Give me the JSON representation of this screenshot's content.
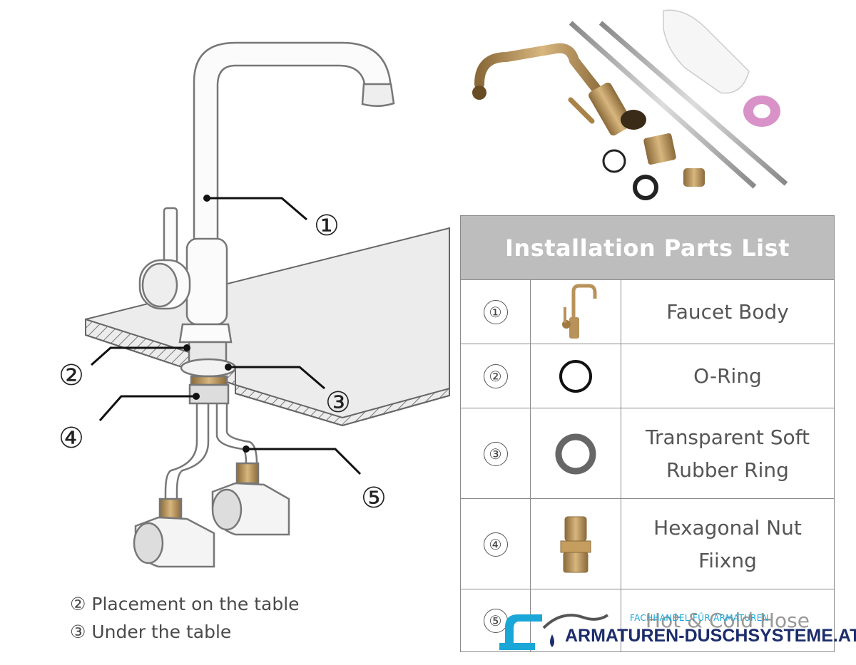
{
  "diagram": {
    "callouts": [
      "①",
      "②",
      "③",
      "④",
      "⑤"
    ]
  },
  "notes": [
    {
      "marker": "②",
      "text": "Placement on the table"
    },
    {
      "marker": "③",
      "text": "Under the table"
    }
  ],
  "parts_table": {
    "title": "Installation Parts List",
    "rows": [
      {
        "marker": "①",
        "name": "Faucet Body"
      },
      {
        "marker": "②",
        "name": "O-Ring"
      },
      {
        "marker": "③",
        "name": "Transparent Soft Rubber Ring"
      },
      {
        "marker": "④",
        "name": "Hexagonal Nut Fiixng"
      },
      {
        "marker": "⑤",
        "name": "Hot & Cold Hose"
      }
    ]
  },
  "watermark": {
    "tagline": "FACHHANDEL FÜR ARMATUREN",
    "site": "ARMATUREN-DUSCHSYSTEME.AT"
  },
  "colors": {
    "brass": "#b8925a",
    "table_header": "#bdbdbd",
    "watermark_blue": "#1aa7d8",
    "watermark_navy": "#1b2d6b"
  }
}
